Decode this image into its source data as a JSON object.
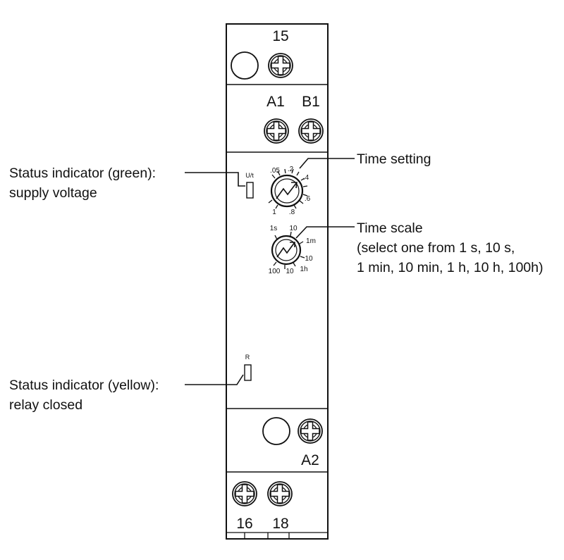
{
  "terminals": {
    "t15": "15",
    "a1": "A1",
    "b1": "B1",
    "a2": "A2",
    "t16": "16",
    "t18": "18"
  },
  "indicators": {
    "supply_led_label": "U/t",
    "relay_led_label": "R"
  },
  "time_setting_dial": {
    "ticks": [
      ".05",
      ".2",
      ".4",
      ".6",
      "1",
      ".8"
    ]
  },
  "time_scale_dial": {
    "ticks": [
      "1s",
      "10",
      "1m",
      "10",
      "100",
      "10",
      "1h"
    ]
  },
  "callouts": {
    "status_green_line1": "Status indicator (green):",
    "status_green_line2": "supply voltage",
    "time_setting": "Time setting",
    "time_scale_line1": "Time scale",
    "time_scale_line2": "(select one from 1 s, 10 s,",
    "time_scale_line3": "1 min, 10 min, 1 h, 10 h, 100h)",
    "status_yellow_line1": "Status indicator (yellow):",
    "status_yellow_line2": "relay closed"
  },
  "colors": {
    "stroke": "#111111",
    "background": "#ffffff"
  }
}
